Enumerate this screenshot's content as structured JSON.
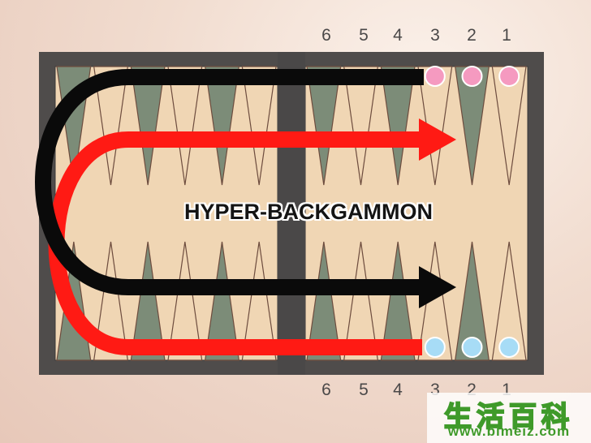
{
  "title": "HYPER-BACKGAMMON",
  "top_point_numbers": [
    "6",
    "5",
    "4",
    "3",
    "2",
    "1"
  ],
  "bottom_point_numbers": [
    "6",
    "5",
    "4",
    "3",
    "2",
    "1"
  ],
  "checkers": {
    "top": {
      "points": [
        3,
        2,
        1
      ],
      "color": "#f59ac0"
    },
    "bottom": {
      "points": [
        3,
        2,
        1
      ],
      "color": "#a7dcf6"
    }
  },
  "colors": {
    "frame": "#4f4c4b",
    "playing_field": "#f0d6b4",
    "point_dark": "#7c8c78",
    "point_light": "#f0d6b4",
    "bar": "#4a4848",
    "black_arrow": "#0a0a0a",
    "red_arrow": "#ff1a14"
  },
  "watermark": {
    "chars": "生活百科",
    "url": "www.bimeiz.com"
  }
}
